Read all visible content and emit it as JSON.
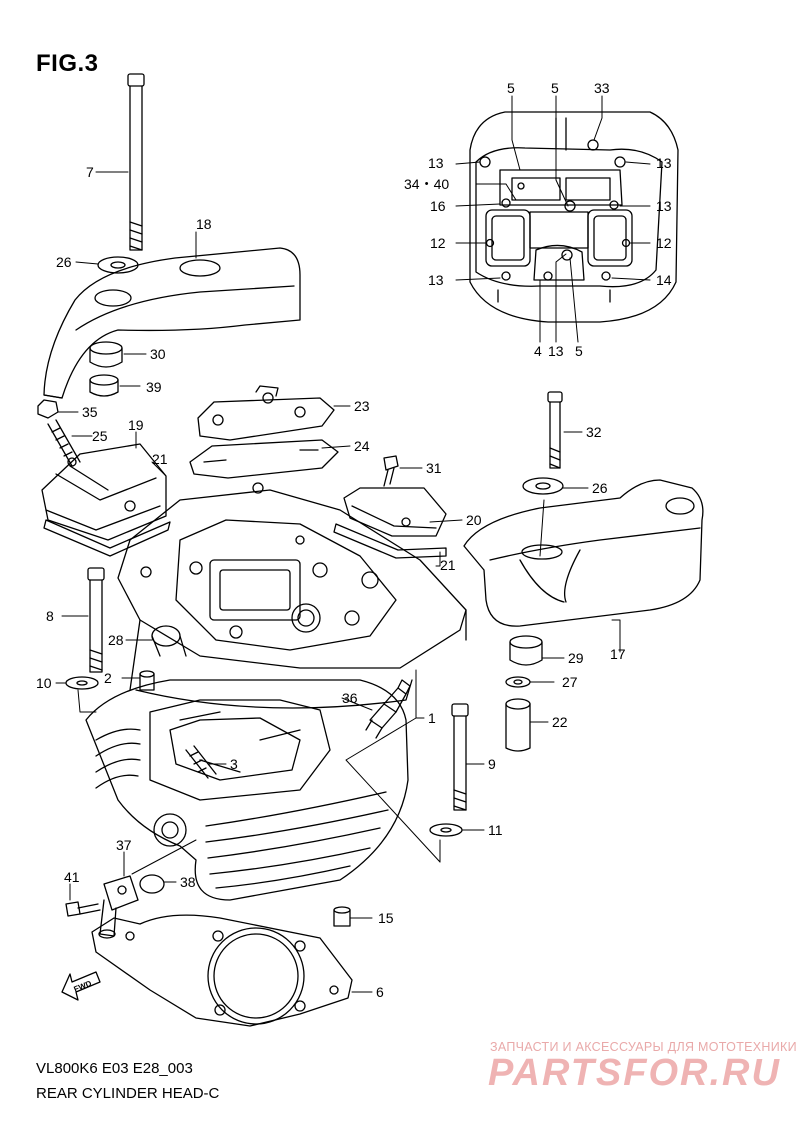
{
  "figure": {
    "title": "FIG.3",
    "drawing_code": "VL800K6 E03 E28_003",
    "caption": "REAR CYLINDER HEAD-C"
  },
  "watermark": {
    "tagline": "ЗАПЧАСТИ И АКСЕССУАРЫ ДЛЯ МОТОТЕХНИКИ",
    "logo_text": "PARTSFOR.RU",
    "color": "#e9a9a9"
  },
  "direction_marker": {
    "text": "FWD"
  },
  "colors": {
    "line": "#000000",
    "background": "#ffffff"
  },
  "callouts": {
    "c1": "1",
    "c2": "2",
    "c3": "3",
    "c6": "6",
    "c7": "7",
    "c8": "8",
    "c9": "9",
    "c10": "10",
    "c11": "11",
    "c15": "15",
    "c17": "17",
    "c18": "18",
    "c19": "19",
    "c20": "20",
    "c21a": "21",
    "c21b": "21",
    "c22": "22",
    "c23": "23",
    "c24": "24",
    "c25": "25",
    "c26a": "26",
    "c26b": "26",
    "c27": "27",
    "c28": "28",
    "c29": "29",
    "c30": "30",
    "c31": "31",
    "c32": "32",
    "c35": "35",
    "c36": "36",
    "c37": "37",
    "c38": "38",
    "c39": "39",
    "c41": "41"
  },
  "inset_callouts": {
    "i5a": "5",
    "i5b": "5",
    "i33": "33",
    "i13a": "13",
    "i13b": "13",
    "i34_40": "34・40",
    "i16": "16",
    "i13c": "13",
    "i12a": "12",
    "i12b": "12",
    "i13d": "13",
    "i14": "14",
    "i4": "4",
    "i13e": "13",
    "i5c": "5"
  }
}
